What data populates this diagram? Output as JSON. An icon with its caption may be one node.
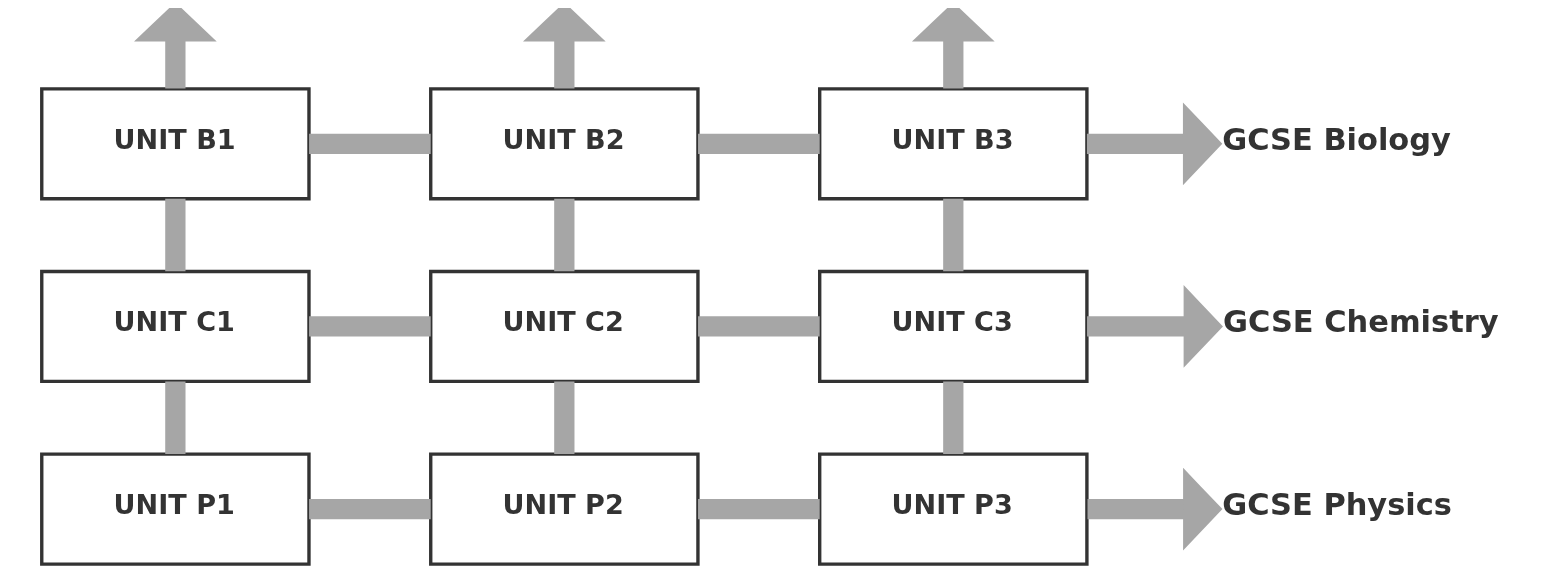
{
  "diagram": {
    "nodes": [
      {
        "text": [
          "UNIT B1"
        ]
      },
      {
        "text": [
          "UNIT B2"
        ]
      },
      {
        "text": [
          "UNIT B3"
        ]
      },
      {
        "text": [
          "GCSE Biology"
        ]
      },
      {
        "text": [
          "UNIT C1"
        ]
      },
      {
        "text": [
          "UNIT C2"
        ]
      },
      {
        "text": [
          "UNIT C3"
        ]
      },
      {
        "text": [
          "GCSE Chemistry"
        ]
      },
      {
        "text": [
          "UNIT P1"
        ]
      },
      {
        "text": [
          "UNIT P2"
        ]
      },
      {
        "text": [
          "UNIT P3"
        ]
      },
      {
        "text": [
          "GCSE Physics"
        ]
      }
    ],
    "edges": [
      {
        "from": 0,
        "to": null,
        "arrow": "to"
      },
      {
        "from": 1,
        "to": null,
        "arrow": "to"
      },
      {
        "from": 2,
        "to": null,
        "arrow": "to"
      },
      {
        "from": 0,
        "to": 1,
        "arrow": "none"
      },
      {
        "from": 1,
        "to": 2,
        "arrow": "none"
      },
      {
        "from": 2,
        "to": 3,
        "arrow": "to"
      },
      {
        "from": 4,
        "to": 5,
        "arrow": "none"
      },
      {
        "from": 5,
        "to": 6,
        "arrow": "none"
      },
      {
        "from": 6,
        "to": 7,
        "arrow": "to"
      },
      {
        "from": 8,
        "to": 9,
        "arrow": "none"
      },
      {
        "from": 9,
        "to": 10,
        "arrow": "none"
      },
      {
        "from": 10,
        "to": 11,
        "arrow": "to"
      },
      {
        "from": 0,
        "to": 4,
        "arrow": "none"
      },
      {
        "from": 1,
        "to": 5,
        "arrow": "none"
      },
      {
        "from": 2,
        "to": 6,
        "arrow": "none"
      },
      {
        "from": 4,
        "to": 8,
        "arrow": "none"
      },
      {
        "from": 5,
        "to": 9,
        "arrow": "none"
      },
      {
        "from": 6,
        "to": 10,
        "arrow": "none"
      }
    ]
  }
}
